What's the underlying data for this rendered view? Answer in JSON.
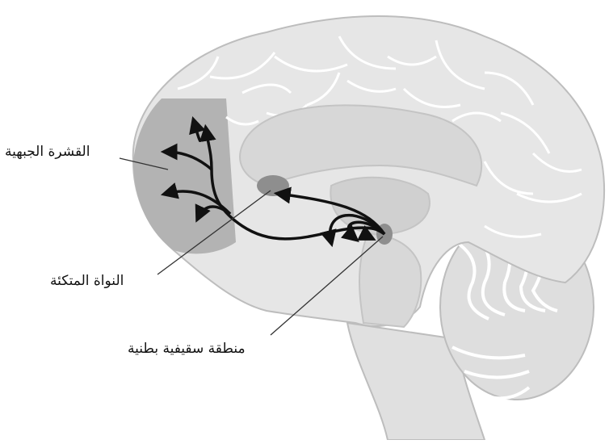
{
  "labels": {
    "frontal_cortex": "القشرة الجبهية",
    "nucleus_accumbens": "النواة المتكئة",
    "ventral_tegmental_area": "منطقة سقيفية بطنية"
  },
  "colors": {
    "brain_fill": "#e6e6e6",
    "brain_outline": "#bdbdbd",
    "inner_fill": "#d7d7d7",
    "frontal_region": "#b3b3b3",
    "nucleus": "#8e8e8e",
    "pathway": "#111111",
    "leader_line": "#333333"
  }
}
